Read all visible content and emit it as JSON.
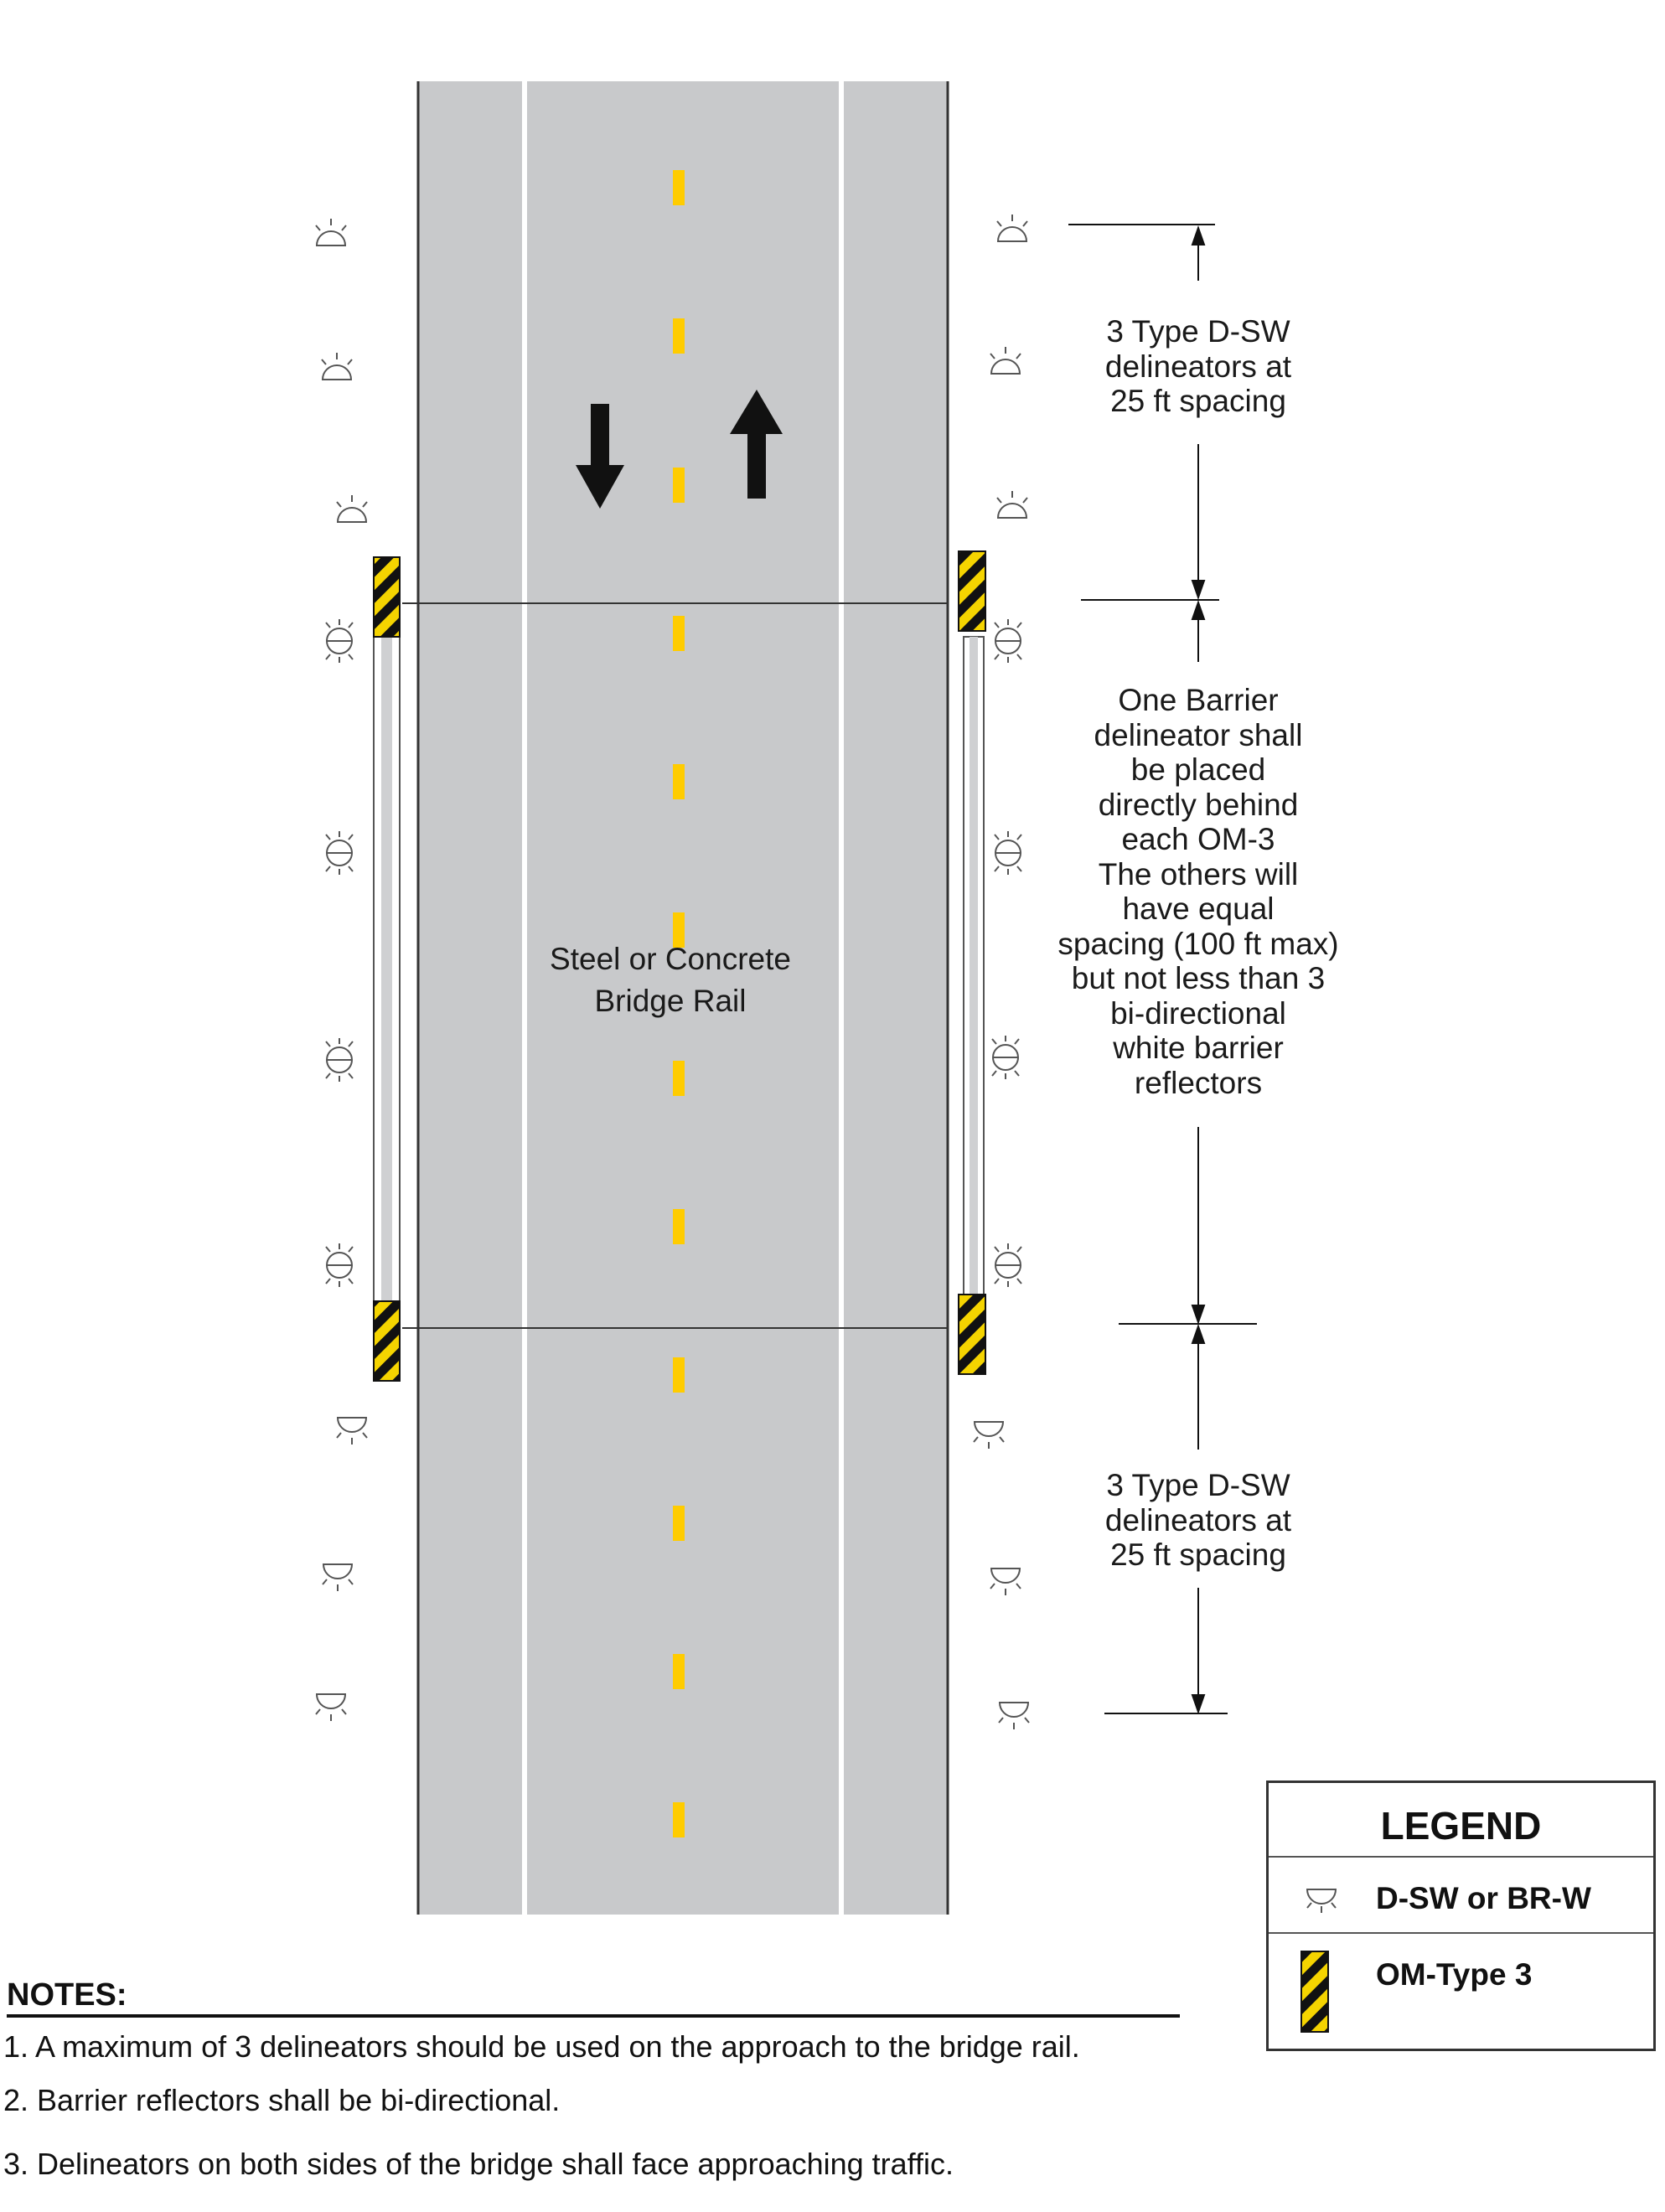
{
  "road": {
    "surface_color": "#c8c9cb",
    "lane_line_color": "#ffffff",
    "center_line_color": "#ffcc00",
    "edge_line_color": "#333333"
  },
  "hazard_colors": {
    "yellow": "#f5d400",
    "black": "#111111"
  },
  "labels": {
    "rail": [
      "Steel or Concrete",
      "Bridge Rail"
    ],
    "top_spacing": [
      "3 Type D-SW",
      "delineators at",
      "25 ft spacing"
    ],
    "middle_note": [
      "One Barrier",
      "delineator shall",
      "be placed",
      "directly behind",
      "each OM-3",
      "The others will",
      "have equal",
      "spacing (100 ft max)",
      "but not less than 3",
      "bi-directional",
      "white barrier",
      "reflectors"
    ],
    "bottom_spacing": [
      "3 Type D-SW",
      "delineators at",
      "25 ft spacing"
    ]
  },
  "legend": {
    "title": "LEGEND",
    "items": [
      {
        "icon": "delineator-icon",
        "label": "D-SW or BR-W"
      },
      {
        "icon": "om-type3-marker-icon",
        "label": "OM-Type 3"
      }
    ]
  },
  "notes": {
    "heading": "NOTES:",
    "items": [
      "1.  A maximum of 3 delineators should be used on the approach to the bridge rail.",
      "2.  Barrier reflectors shall be bi-directional.",
      "3.  Delineators on both sides of the bridge shall face approaching traffic."
    ]
  }
}
